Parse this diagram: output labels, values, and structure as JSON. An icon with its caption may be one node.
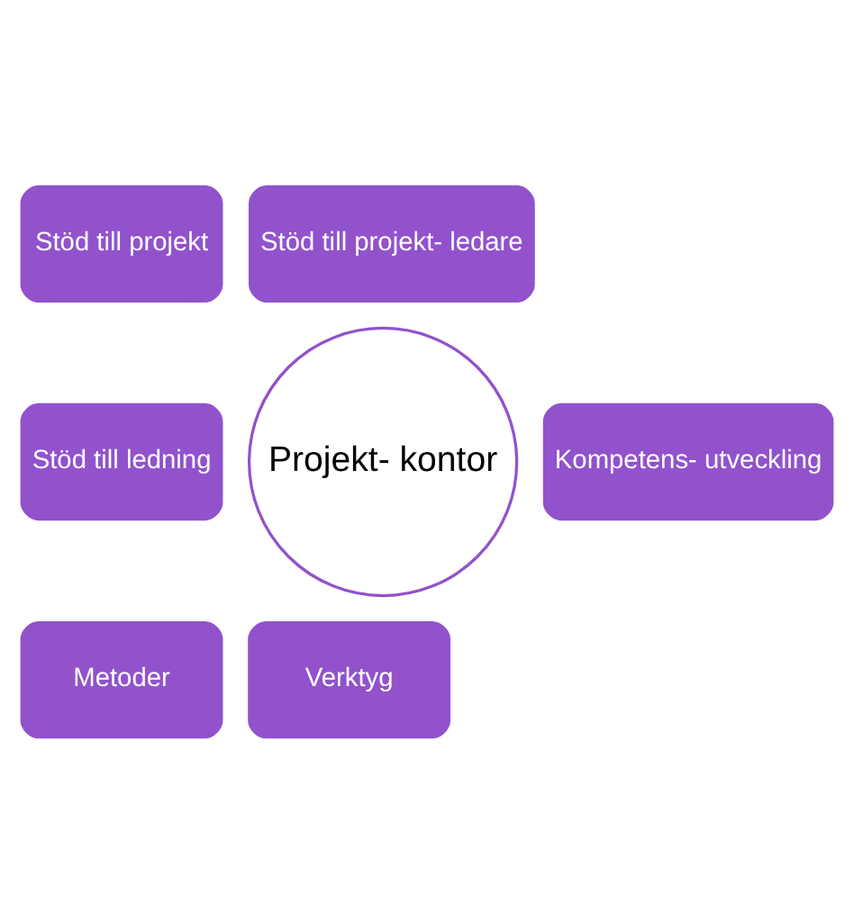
{
  "diagram": {
    "nodes": [
      {
        "text": [
          "Stöd till projekt"
        ]
      },
      {
        "text": [
          "Stöd till projekt- ledare"
        ]
      },
      {
        "text": [
          "Stöd till ledning"
        ]
      },
      {
        "text": [
          "Projekt- kontor"
        ]
      },
      {
        "text": [
          "Kompetens- utveckling"
        ]
      },
      {
        "text": [
          "Metoder"
        ]
      },
      {
        "text": [
          "Verktyg"
        ]
      }
    ],
    "edges": []
  }
}
